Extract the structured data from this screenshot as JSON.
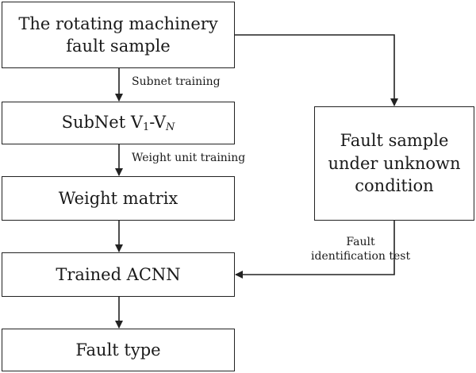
{
  "nodes": {
    "sample": "The rotating machinery fault sample",
    "sample_line1": "The rotating machinery",
    "sample_line2": "fault sample",
    "subnet_main": "SubNet V",
    "subnet_sub1": "1",
    "subnet_dash": "-V",
    "subnet_subN": "N",
    "weight_matrix": "Weight matrix",
    "trained_acnn": "Trained ACNN",
    "fault_type": "Fault type",
    "unknown": "Fault sample under unknown condition",
    "unknown_line1": "Fault sample",
    "unknown_line2": "under unknown",
    "unknown_line3": "condition"
  },
  "edges": {
    "subnet_training": "Subnet training",
    "weight_unit_training": "Weight unit training",
    "fault_identification_test": "Fault identification test",
    "fault_identification_line1": "Fault",
    "fault_identification_line2": "identification test"
  },
  "colors": {
    "stroke": "#222222",
    "background": "#ffffff"
  }
}
